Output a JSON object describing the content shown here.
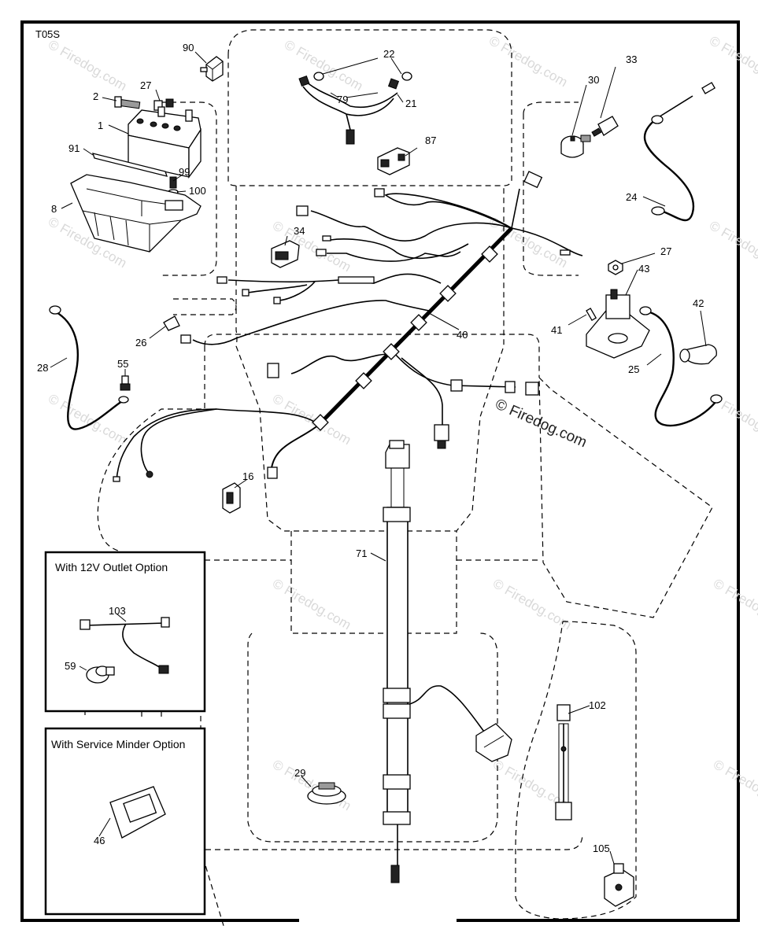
{
  "diagram_code": "T05S",
  "watermark": {
    "repeat_text": "© Firedog.com",
    "main_text": "© Firedog.com"
  },
  "callouts": {
    "c90": "90",
    "c22": "22",
    "c33": "33",
    "c30": "30",
    "c2": "2",
    "c27a": "27",
    "c79": "79",
    "c21": "21",
    "c1": "1",
    "c87": "87",
    "c91": "91",
    "c99": "99",
    "c100": "100",
    "c8": "8",
    "c24": "24",
    "c34": "34",
    "c27b": "27",
    "c43": "43",
    "c42": "42",
    "c41": "41",
    "c28": "28",
    "c26": "26",
    "c40": "40",
    "c25": "25",
    "c55": "55",
    "c16": "16",
    "c71": "71",
    "c103": "103",
    "c59": "59",
    "c102": "102",
    "c29": "29",
    "c46": "46",
    "c105": "105"
  },
  "options": {
    "outlet_title": "With 12V Outlet Option",
    "minder_title": "With Service Minder Option"
  }
}
